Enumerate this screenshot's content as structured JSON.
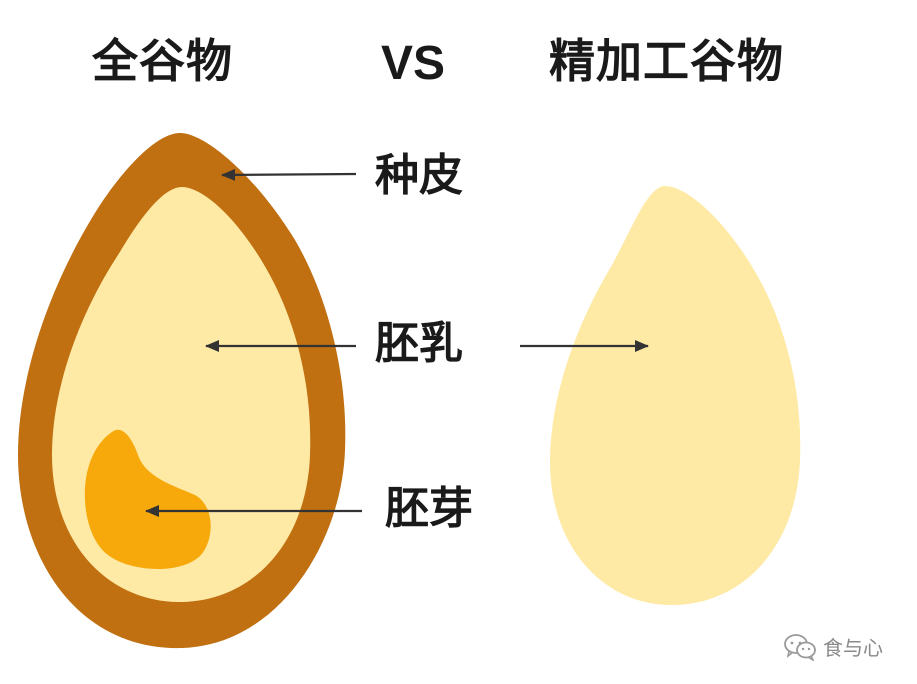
{
  "titles": {
    "left": "全谷物",
    "vs": "VS",
    "right": "精加工谷物"
  },
  "labels": {
    "seed_coat": "种皮",
    "endosperm": "胚乳",
    "germ": "胚芽"
  },
  "watermark": {
    "text": "食与心",
    "icon": "wechat-icon"
  },
  "colors": {
    "bran": "#c06f11",
    "endosperm": "#feeaa5",
    "germ": "#f7a90c",
    "arrow": "#333333",
    "background": "#ffffff"
  }
}
